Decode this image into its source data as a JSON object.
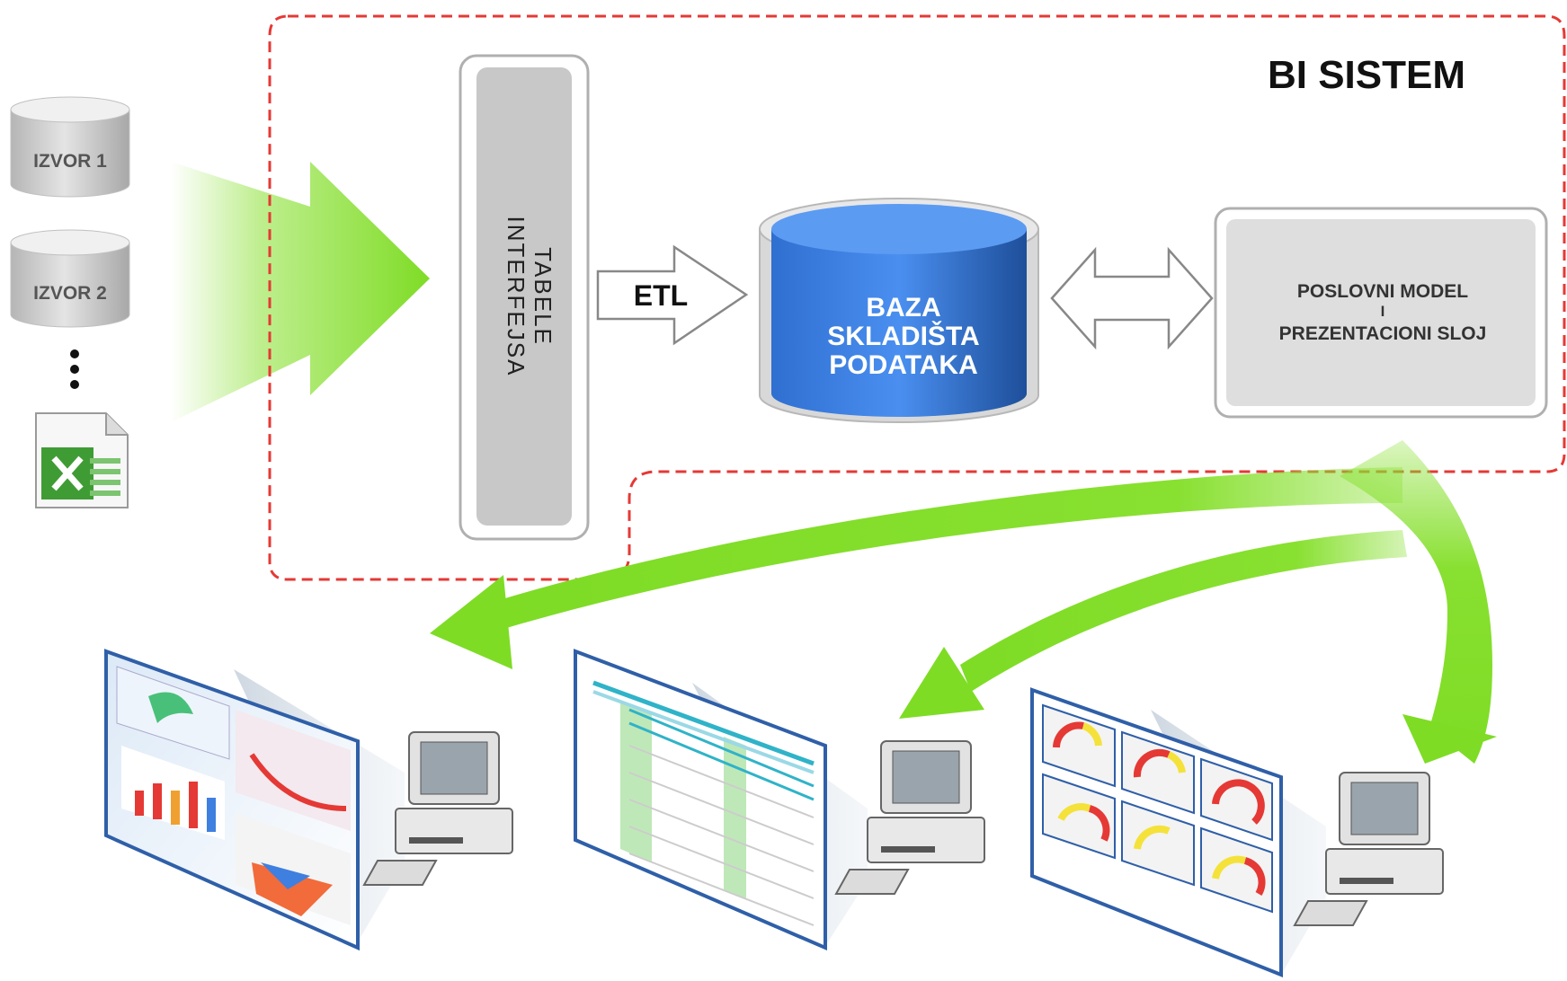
{
  "sources": [
    {
      "label": "IZVOR 1"
    },
    {
      "label": "IZVOR 2"
    }
  ],
  "sources_more": "⋮",
  "spreadsheet_icon": "excel-file-icon",
  "bi_system": {
    "title": "BI SISTEM",
    "border_color": "#e53935"
  },
  "interface_tables": {
    "line1": "TABELE",
    "line2": "INTERFEJSA"
  },
  "etl_label": "ETL",
  "warehouse": {
    "line1": "BAZA",
    "line2": "SKLADIŠTA",
    "line3": "PODATAKA",
    "color": "#3f7fe0"
  },
  "presentation": {
    "line1": "POSLOVNI MODEL",
    "line2": "I",
    "line3": "PREZENTACIONI  SLOJ"
  },
  "arrow_color": "#88e030",
  "clients": [
    {
      "name": "charts-client",
      "icon": "computer-icon"
    },
    {
      "name": "spreadsheet-client",
      "icon": "computer-icon"
    },
    {
      "name": "dashboard-client",
      "icon": "computer-icon"
    }
  ]
}
